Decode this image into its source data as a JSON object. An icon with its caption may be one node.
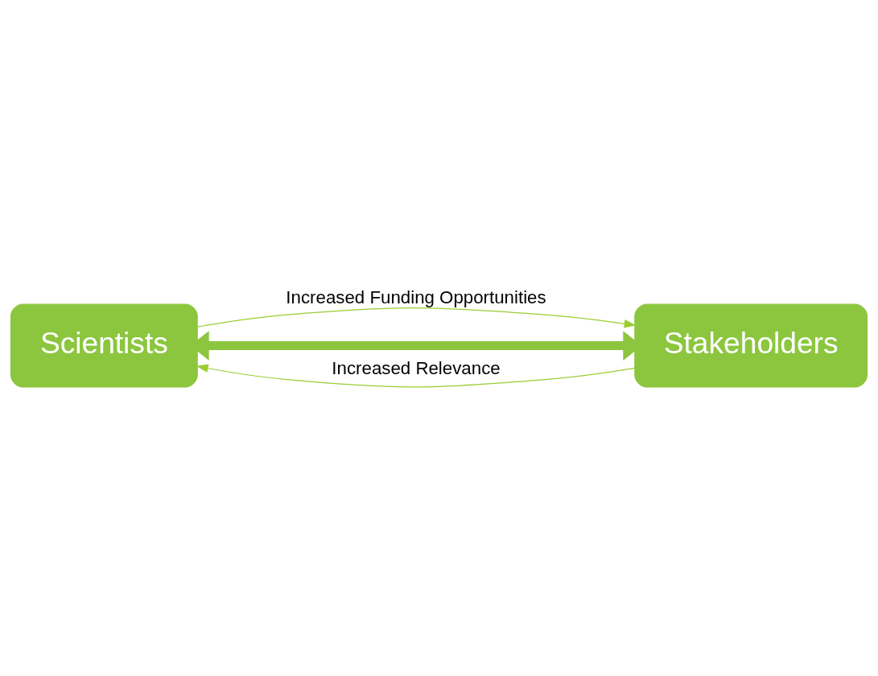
{
  "diagram": {
    "nodes": [
      {
        "text": [
          "Scientists"
        ]
      },
      {
        "text": [
          "Stakeholders"
        ]
      }
    ],
    "edges": [
      {
        "from": 0,
        "to": 1,
        "arrow": "to",
        "label": "Increased Funding Opportunities"
      },
      {
        "from": 0,
        "to": 1,
        "arrow": "both",
        "style": "thick"
      },
      {
        "from": 1,
        "to": 0,
        "arrow": "to",
        "label": "Increased Relevance"
      }
    ]
  }
}
